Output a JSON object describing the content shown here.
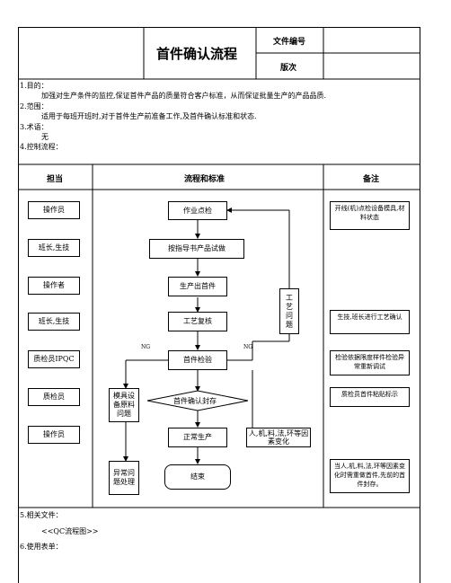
{
  "header": {
    "title": "首件确认流程",
    "doc_no_label": "文件编号",
    "version_label": "版次",
    "doc_no_value": "",
    "version_value": ""
  },
  "intro": {
    "purpose_heading": "1.目的：",
    "purpose_text": "加强对生产条件的监控,保证首件产品的质量符合客户标准，从而保证批量生产的产品品质.",
    "scope_heading": "2.范围：",
    "scope_text": "适用于每班开班时,对于首件生产前准备工作,及首件确认标准和状态.",
    "terms_heading": "3.术语：",
    "terms_text": "无",
    "control_heading": "4.控制流程："
  },
  "columns": {
    "responsible": "担当",
    "flow": "流程和标准",
    "remarks": "备注"
  },
  "roles": [
    "操作员",
    "班长,生技",
    "操作者",
    "班长,生技",
    "质检员IPQC",
    "质检员",
    "操作员"
  ],
  "flow": {
    "start": "作业点检",
    "trial": "按指导书产品试做",
    "produce_first": "生产出首件",
    "process_review": "工艺复核",
    "first_inspect": "首件检验",
    "confirm_seal": "首件确认封存",
    "normal": "正常生产",
    "end": "结束",
    "process_issue": "工艺问题",
    "mold_issue": "模具设备原料问题",
    "abnormal": "异常问题处理",
    "factor_change": "人,机,料,法,环等因素变化",
    "ng_left": "NG",
    "ng_right": "NG"
  },
  "remarks": {
    "r1": "开线(机)点检设备模具,材料状态",
    "r2": "生技,班长进行工艺确认",
    "r3": "检验依据限度样件检验异常重新调试",
    "r4": "质检员首件粘贴标示",
    "r5": "当人,机,料,法,环等因素变化时需重做首件,先前的首件封存。"
  },
  "footer": {
    "related_heading": "5.相关文件：",
    "related_doc": "<<QC流程图>>",
    "forms_heading": "6.使用表单："
  }
}
